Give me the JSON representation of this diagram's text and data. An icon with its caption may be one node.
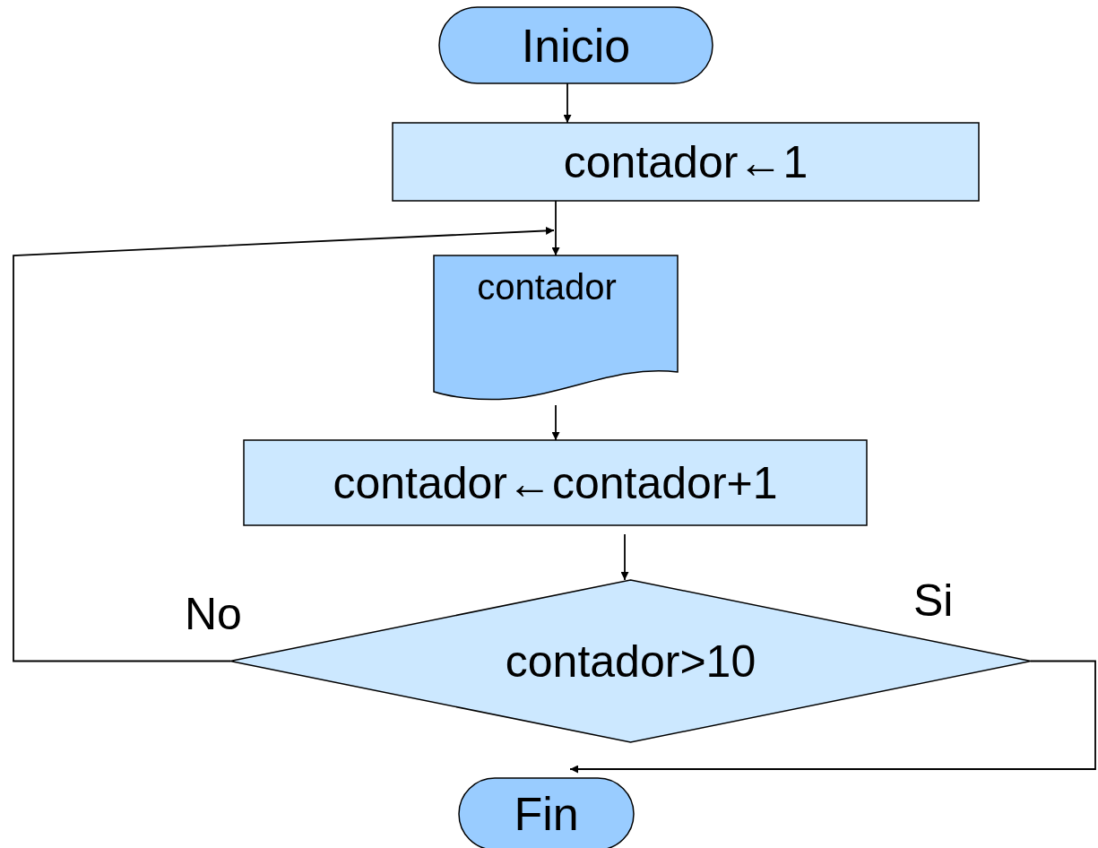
{
  "diagram": {
    "nodes": [
      {
        "text": [
          "Inicio"
        ]
      },
      {
        "text": [
          "contador←1"
        ]
      },
      {
        "text": [
          "contador"
        ]
      },
      {
        "text": [
          "contador←contador+1"
        ]
      },
      {
        "text": [
          "contador>10"
        ]
      },
      {
        "text": [
          "Fin"
        ]
      }
    ],
    "edges": [
      {
        "from": 0,
        "to": 1,
        "arrow": "to"
      },
      {
        "from": 1,
        "to": 2,
        "arrow": "to"
      },
      {
        "from": 2,
        "to": 3,
        "arrow": "to"
      },
      {
        "from": 3,
        "to": 4,
        "arrow": "to"
      },
      {
        "from": 4,
        "to": 2,
        "arrow": "to",
        "label": "No"
      },
      {
        "from": 4,
        "to": 5,
        "arrow": "to",
        "label": "Si"
      }
    ]
  }
}
